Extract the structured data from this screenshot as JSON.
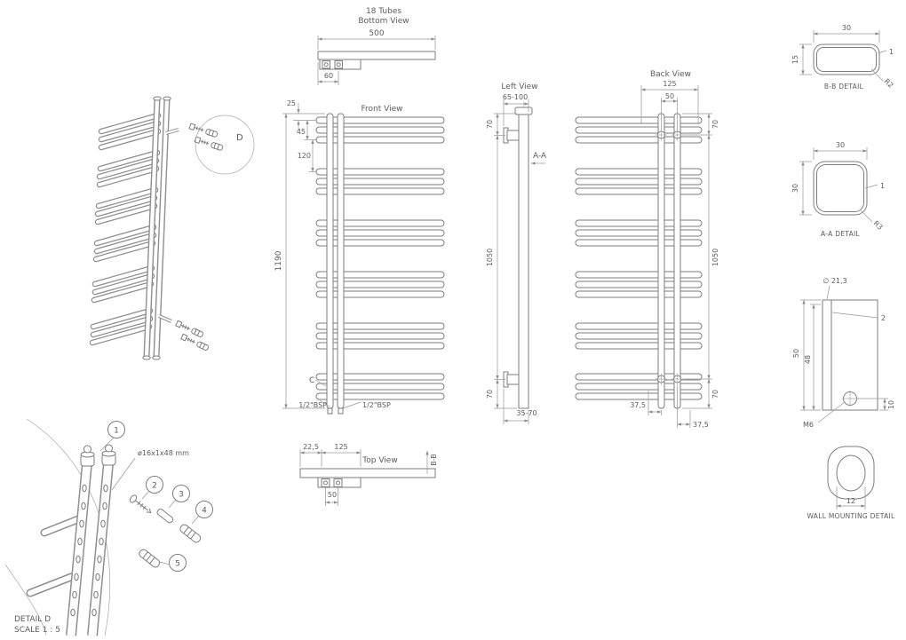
{
  "page": {
    "background": "#ffffff",
    "line_color": "#7d7d7d",
    "text_color": "#5c5c5c"
  },
  "views": {
    "bottom": {
      "label_tubes": "18 Tubes",
      "label": "Bottom View",
      "dim_width": "500",
      "dim_valve_offset": "60"
    },
    "front": {
      "label": "Front View",
      "dim_top_offset": "25",
      "dim_tube_pitch": "45",
      "dim_group_pitch": "120",
      "dim_height": "1190",
      "detail_c": "C",
      "bsp_left": "1/2\"BSP",
      "bsp_right": "1/2\"BSP"
    },
    "top": {
      "label": "Top View",
      "dim_end_offset": "22,5",
      "dim_valve_span": "125",
      "dim_valve_pitch": "50",
      "section": "B-B"
    },
    "left": {
      "label": "Left View",
      "dim_bracket_range": "65-100",
      "dim_top": "70",
      "dim_bracket_span": "1050",
      "dim_bottom": "70",
      "dim_depth_range": "35-70",
      "section": "A-A"
    },
    "back": {
      "label": "Back View",
      "dim_bracket_width": "125",
      "dim_rail_pitch": "50",
      "dim_top": "70",
      "dim_bracket_span": "1050",
      "dim_bottom": "70",
      "dim_offset_left": "37,5",
      "dim_offset_right": "37,5"
    },
    "detail_bb": {
      "label": "B-B DETAIL",
      "dim_width": "30",
      "dim_height": "15",
      "dim_wall": "1",
      "dim_radius": "R2"
    },
    "detail_aa": {
      "label": "A-A DETAIL",
      "dim_width": "30",
      "dim_height": "30",
      "dim_wall": "1",
      "dim_radius": "R3"
    },
    "bracket": {
      "dim_diameter": "∅ 21,3",
      "dim_plate": "2",
      "dim_height": "50",
      "dim_inner_height": "48",
      "dim_bottom": "10",
      "thread": "M6"
    },
    "wall_mount": {
      "label": "WALL MOUNTING DETAIL",
      "dim_slot": "12"
    },
    "iso": {
      "detail_marker": "D"
    },
    "detail_d": {
      "label": "DETAIL D",
      "scale": "SCALE 1 : 5",
      "balloon_1": "1",
      "balloon_2": "2",
      "balloon_3": "3",
      "balloon_4": "4",
      "balloon_5": "5",
      "screw_spec": "ø16x1x48 mm"
    }
  }
}
